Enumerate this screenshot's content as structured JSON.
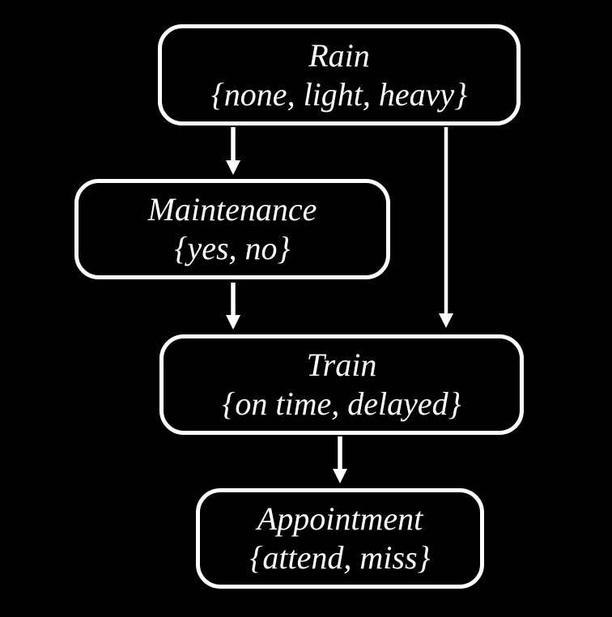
{
  "diagram": {
    "colors": {
      "background": "#000000",
      "line": "#ffffff",
      "text": "#ffffff"
    },
    "nodes": [
      {
        "id": "rain",
        "label": "Rain",
        "values": "{none, light, heavy}"
      },
      {
        "id": "maintenance",
        "label": "Maintenance",
        "values": "{yes, no}"
      },
      {
        "id": "train",
        "label": "Train",
        "values": "{on time, delayed}"
      },
      {
        "id": "appointment",
        "label": "Appointment",
        "values": "{attend, miss}"
      }
    ],
    "edges": [
      {
        "from": "Rain",
        "to": "Maintenance"
      },
      {
        "from": "Rain",
        "to": "Train"
      },
      {
        "from": "Maintenance",
        "to": "Train"
      },
      {
        "from": "Train",
        "to": "Appointment"
      }
    ]
  }
}
